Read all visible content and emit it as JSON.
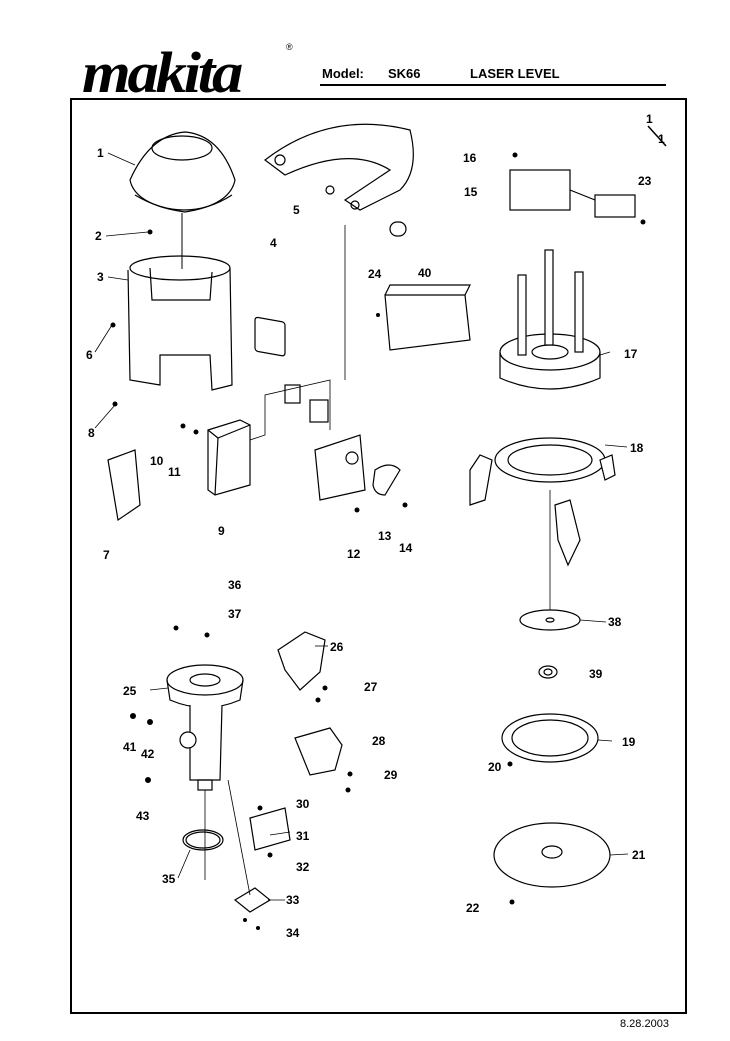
{
  "brand": "makita",
  "registered_mark": "®",
  "header": {
    "model_label": "Model:",
    "model_value": "SK66",
    "product_name": "LASER LEVEL"
  },
  "sheet": {
    "num": "1",
    "den": "1"
  },
  "date": "8.28.2003",
  "part_numbers": [
    "1",
    "2",
    "3",
    "4",
    "5",
    "6",
    "7",
    "8",
    "9",
    "10",
    "11",
    "12",
    "13",
    "14",
    "15",
    "16",
    "17",
    "18",
    "19",
    "20",
    "21",
    "22",
    "23",
    "24",
    "25",
    "26",
    "27",
    "28",
    "29",
    "30",
    "31",
    "32",
    "33",
    "34",
    "35",
    "36",
    "37",
    "38",
    "39",
    "40",
    "41",
    "42",
    "43"
  ]
}
